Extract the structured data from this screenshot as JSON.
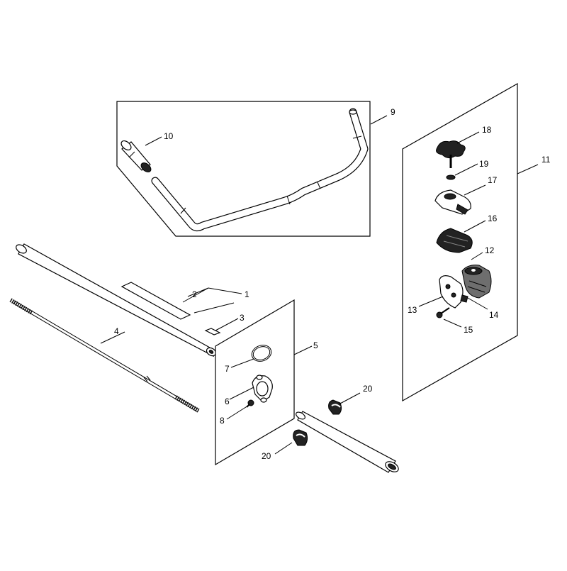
{
  "callouts": [
    {
      "id": "1",
      "label": "1"
    },
    {
      "id": "2",
      "label": "2"
    },
    {
      "id": "3",
      "label": "3"
    },
    {
      "id": "4",
      "label": "4"
    },
    {
      "id": "5",
      "label": "5"
    },
    {
      "id": "6",
      "label": "6"
    },
    {
      "id": "7",
      "label": "7"
    },
    {
      "id": "8",
      "label": "8"
    },
    {
      "id": "9",
      "label": "9"
    },
    {
      "id": "10",
      "label": "10"
    },
    {
      "id": "11",
      "label": "11"
    },
    {
      "id": "12",
      "label": "12"
    },
    {
      "id": "13",
      "label": "13"
    },
    {
      "id": "14",
      "label": "14"
    },
    {
      "id": "15",
      "label": "15"
    },
    {
      "id": "16",
      "label": "16"
    },
    {
      "id": "17",
      "label": "17"
    },
    {
      "id": "18",
      "label": "18"
    },
    {
      "id": "19",
      "label": "19"
    },
    {
      "id": "20a",
      "label": "20"
    },
    {
      "id": "20b",
      "label": "20"
    }
  ]
}
